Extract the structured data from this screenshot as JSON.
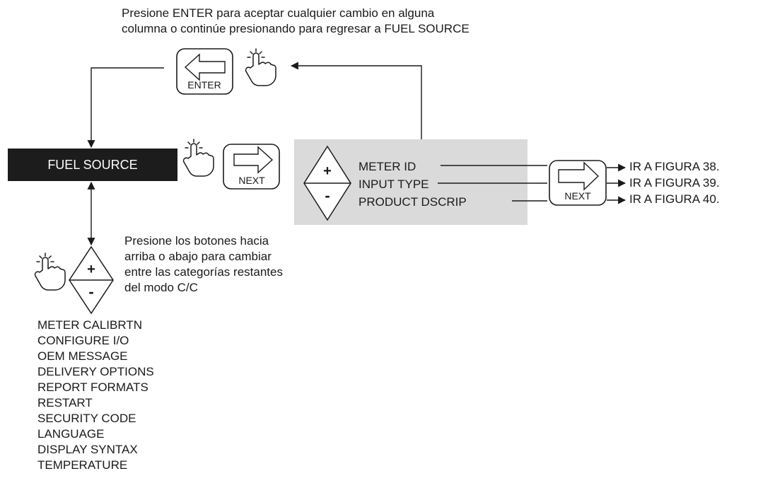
{
  "top_instruction": [
    "Presione ENTER para aceptar cualquier cambio en alguna",
    "columna o continúe presionando para regresar a FUEL SOURCE"
  ],
  "enter_key": {
    "label": "ENTER",
    "icon": "left-arrow-icon"
  },
  "fuel_source": {
    "label": "FUEL SOURCE",
    "color": "#1c1c1c"
  },
  "next_key": {
    "label": "NEXT",
    "icon": "right-arrow-icon"
  },
  "up_down_keys": {
    "plus": "+",
    "minus": "-"
  },
  "panel": {
    "color": "#dadada",
    "items": [
      "METER ID",
      "INPUT TYPE",
      "PRODUCT DSCRIP"
    ]
  },
  "figure_refs": [
    "IR A FIGURA 38.",
    "IR A FIGURA 39.",
    "IR A FIGURA 40."
  ],
  "side_instruction": [
    "Presione los botones hacia",
    "arriba o abajo para cambiar",
    "entre las categorías restantes",
    "del modo C/C"
  ],
  "categories": [
    "METER CALIBRTN",
    "CONFIGURE I/O",
    "OEM MESSAGE",
    "DELIVERY OPTIONS",
    "REPORT FORMATS",
    "RESTART",
    "SECURITY CODE",
    "LANGUAGE",
    "DISPLAY SYNTAX",
    "TEMPERATURE"
  ]
}
